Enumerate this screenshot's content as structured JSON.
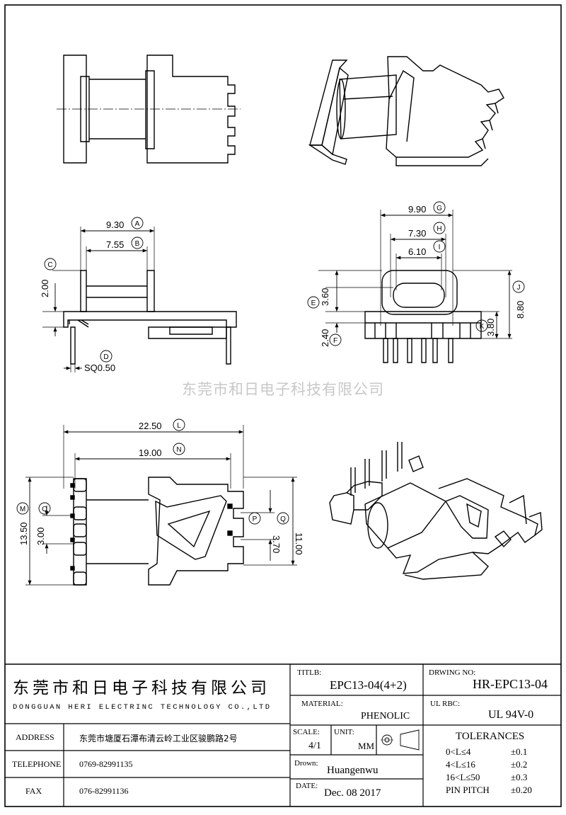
{
  "watermark": "东莞市和日电子科技有限公司",
  "dims": {
    "a": "9.30",
    "b": "7.55",
    "c": "2.00",
    "d": "SQ0.50",
    "g": "9.90",
    "h": "7.30",
    "i": "6.10",
    "e": "3.60",
    "f": "2.40",
    "j": "8.80",
    "k": "3.80",
    "l": "22.50",
    "n": "19.00",
    "m": "13.50",
    "o": "3.00",
    "p": "3.70",
    "q": "11.00"
  },
  "labels": {
    "A": "A",
    "B": "B",
    "C": "C",
    "D": "D",
    "E": "E",
    "F": "F",
    "G": "G",
    "H": "H",
    "I": "I",
    "J": "J",
    "K": "K",
    "L": "L",
    "M": "M",
    "N": "N",
    "O": "O",
    "P": "P",
    "Q": "Q"
  },
  "title_block": {
    "company_cn": "东莞市和日电子科技有限公司",
    "company_en": "DONGGUAN HERI ELECTRINC TECHNOLOGY CO.,LTD",
    "address_label": "ADDRESS",
    "address_value": "东莞市塘厦石潭布清云岭工业区骏鹏路2号",
    "telephone_label": "TELEPHONE",
    "telephone_value": "0769-82991135",
    "fax_label": "FAX",
    "fax_value": "076-82991136",
    "title_label": "TITLB:",
    "title_value": "EPC13-04(4+2)",
    "material_label": "MATERIAL:",
    "material_value": "PHENOLIC",
    "scale_label": "SCALE:",
    "scale_value": "4/1",
    "unit_label": "UNIT:",
    "unit_value": "MM",
    "drawn_label": "Drown:",
    "drawn_value": "Huangenwu",
    "date_label": "DATE:",
    "date_value": "Dec. 08 2017",
    "drawing_no_label": "DRWING NO:",
    "drawing_no_value": "HR-EPC13-04",
    "ul_label": "UL  RBC:",
    "ul_value": "UL 94V-0",
    "tolerances_title": "TOLERANCES",
    "tolerances": [
      {
        "range": "0<L≤4",
        "value": "±0.1"
      },
      {
        "range": "4<L≤16",
        "value": "±0.2"
      },
      {
        "range": "16<L≤50",
        "value": "±0.3"
      },
      {
        "range": "PIN PITCH",
        "value": "±0.20"
      }
    ]
  }
}
